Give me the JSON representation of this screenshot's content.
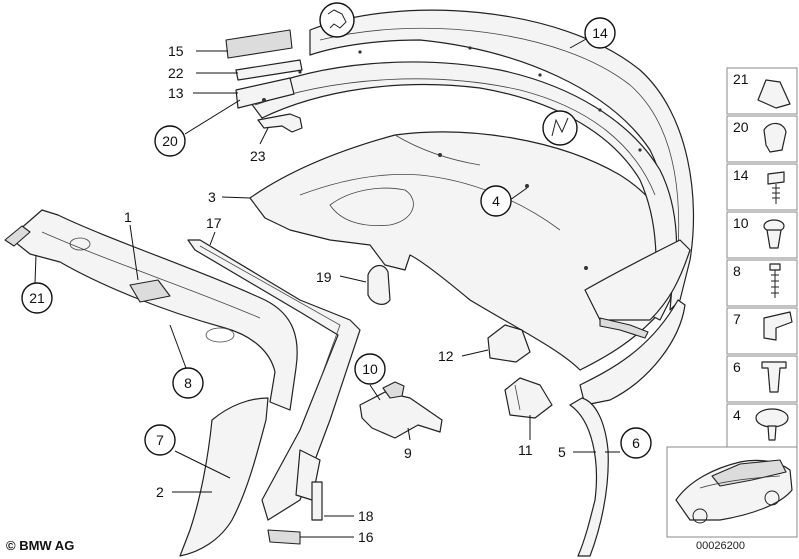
{
  "diagram": {
    "labels": {
      "l15": "15",
      "l22": "22",
      "l13": "13",
      "l20": "20",
      "l23": "23",
      "l14": "14",
      "l3": "3",
      "l4": "4",
      "l1": "1",
      "l17": "17",
      "l21": "21",
      "l19": "19",
      "l8": "8",
      "l10": "10",
      "l12": "12",
      "l7": "7",
      "l2": "2",
      "l9": "9",
      "l11": "11",
      "l5": "5",
      "l6": "6",
      "l18": "18",
      "l16": "16"
    },
    "legend": {
      "i21": "21",
      "i20": "20",
      "i14": "14",
      "i10": "10",
      "i8": "8",
      "i7": "7",
      "i6": "6",
      "i4": "4"
    },
    "copyright": "© BMW AG",
    "drawing_number": "00026200"
  }
}
